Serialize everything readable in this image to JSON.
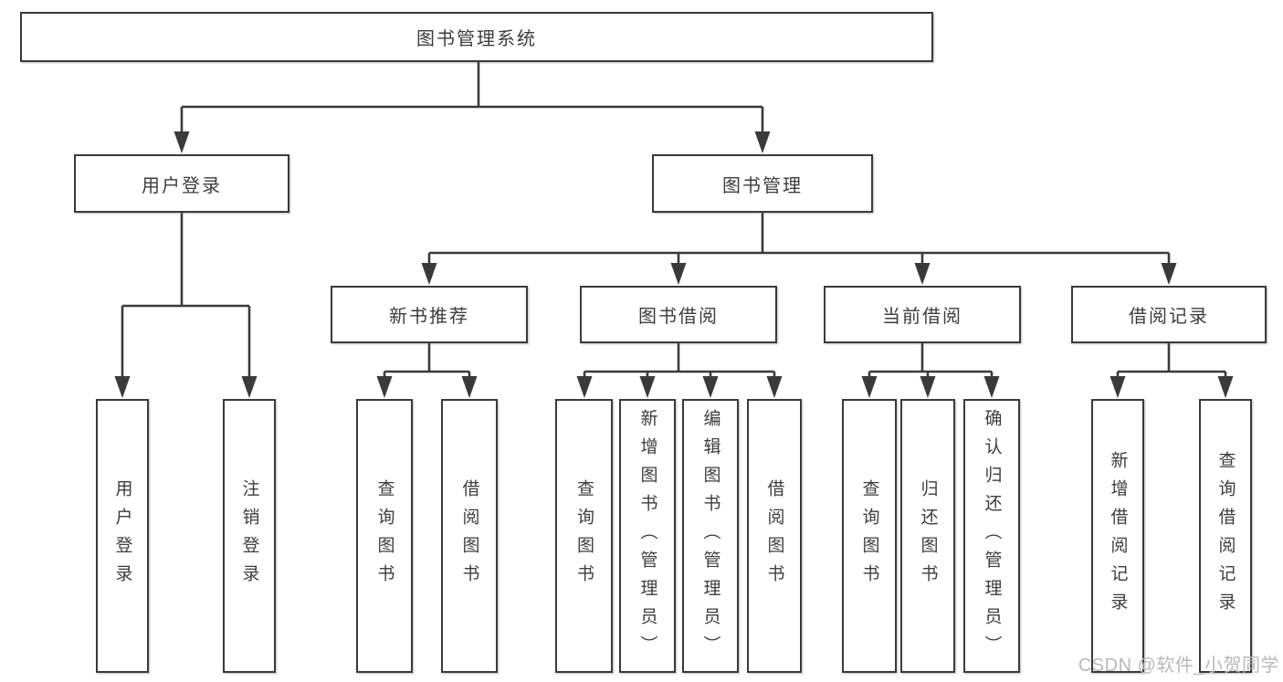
{
  "tree": {
    "root": {
      "label": "图书管理系统",
      "children": [
        {
          "label": "用户登录",
          "children": [
            {
              "label": "用户登录"
            },
            {
              "label": "注销登录"
            }
          ]
        },
        {
          "label": "图书管理",
          "children": [
            {
              "label": "新书推荐",
              "children": [
                {
                  "label": "查询图书"
                },
                {
                  "label": "借阅图书"
                }
              ]
            },
            {
              "label": "图书借阅",
              "children": [
                {
                  "label": "查询图书"
                },
                {
                  "label": "新增图书（管理员）"
                },
                {
                  "label": "编辑图书（管理员）"
                },
                {
                  "label": "借阅图书"
                }
              ]
            },
            {
              "label": "当前借阅",
              "children": [
                {
                  "label": "查询图书"
                },
                {
                  "label": "归还图书"
                },
                {
                  "label": "确认归还（管理员）"
                }
              ]
            },
            {
              "label": "借阅记录",
              "children": [
                {
                  "label": "新增借阅记录"
                },
                {
                  "label": "查询借阅记录"
                }
              ]
            }
          ]
        }
      ]
    }
  },
  "watermark": {
    "text": "CSDN @软件_小贺同学"
  },
  "colors": {
    "line": "#3a3a3a",
    "box_border": "#3a3a3a",
    "text": "#3d3d3d",
    "watermark": "#b9b9b9",
    "background": "#ffffff"
  }
}
